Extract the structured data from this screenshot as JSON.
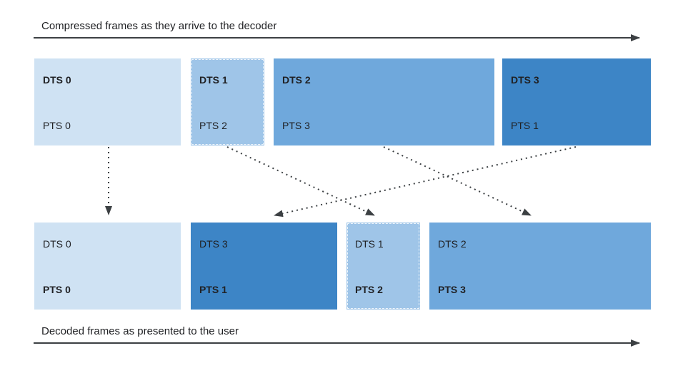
{
  "top_stream": {
    "label": "Compressed frames as they arrive to the decoder",
    "frames": [
      {
        "dts": "DTS 0",
        "pts": "PTS 0",
        "color": "#cfe2f3"
      },
      {
        "dts": "DTS 1",
        "pts": "PTS 2",
        "color": "#9fc5e8"
      },
      {
        "dts": "DTS 2",
        "pts": "PTS 3",
        "color": "#6fa8dc"
      },
      {
        "dts": "DTS 3",
        "pts": "PTS 1",
        "color": "#3d85c6"
      }
    ]
  },
  "bottom_stream": {
    "label": "Decoded frames as presented to the user",
    "frames": [
      {
        "dts": "DTS 0",
        "pts": "PTS 0",
        "color": "#cfe2f3"
      },
      {
        "dts": "DTS 3",
        "pts": "PTS 1",
        "color": "#3d85c6"
      },
      {
        "dts": "DTS 1",
        "pts": "PTS 2",
        "color": "#9fc5e8"
      },
      {
        "dts": "DTS 2",
        "pts": "PTS 3",
        "color": "#6fa8dc"
      }
    ]
  },
  "arrows": [
    {
      "from": "DTS 0 (compressed)",
      "to": "PTS 0 (decoded)"
    },
    {
      "from": "DTS 1 (compressed)",
      "to": "PTS 2 (decoded)"
    },
    {
      "from": "DTS 2 (compressed)",
      "to": "PTS 3 (decoded)"
    },
    {
      "from": "DTS 3 (compressed)",
      "to": "PTS 1 (decoded)"
    }
  ],
  "colors": {
    "arrow": "#3c4043",
    "text": "#202124",
    "frame_lightest": "#cfe2f3",
    "frame_light": "#9fc5e8",
    "frame_medium": "#6fa8dc",
    "frame_dark": "#3d85c6",
    "background": "#ffffff"
  }
}
